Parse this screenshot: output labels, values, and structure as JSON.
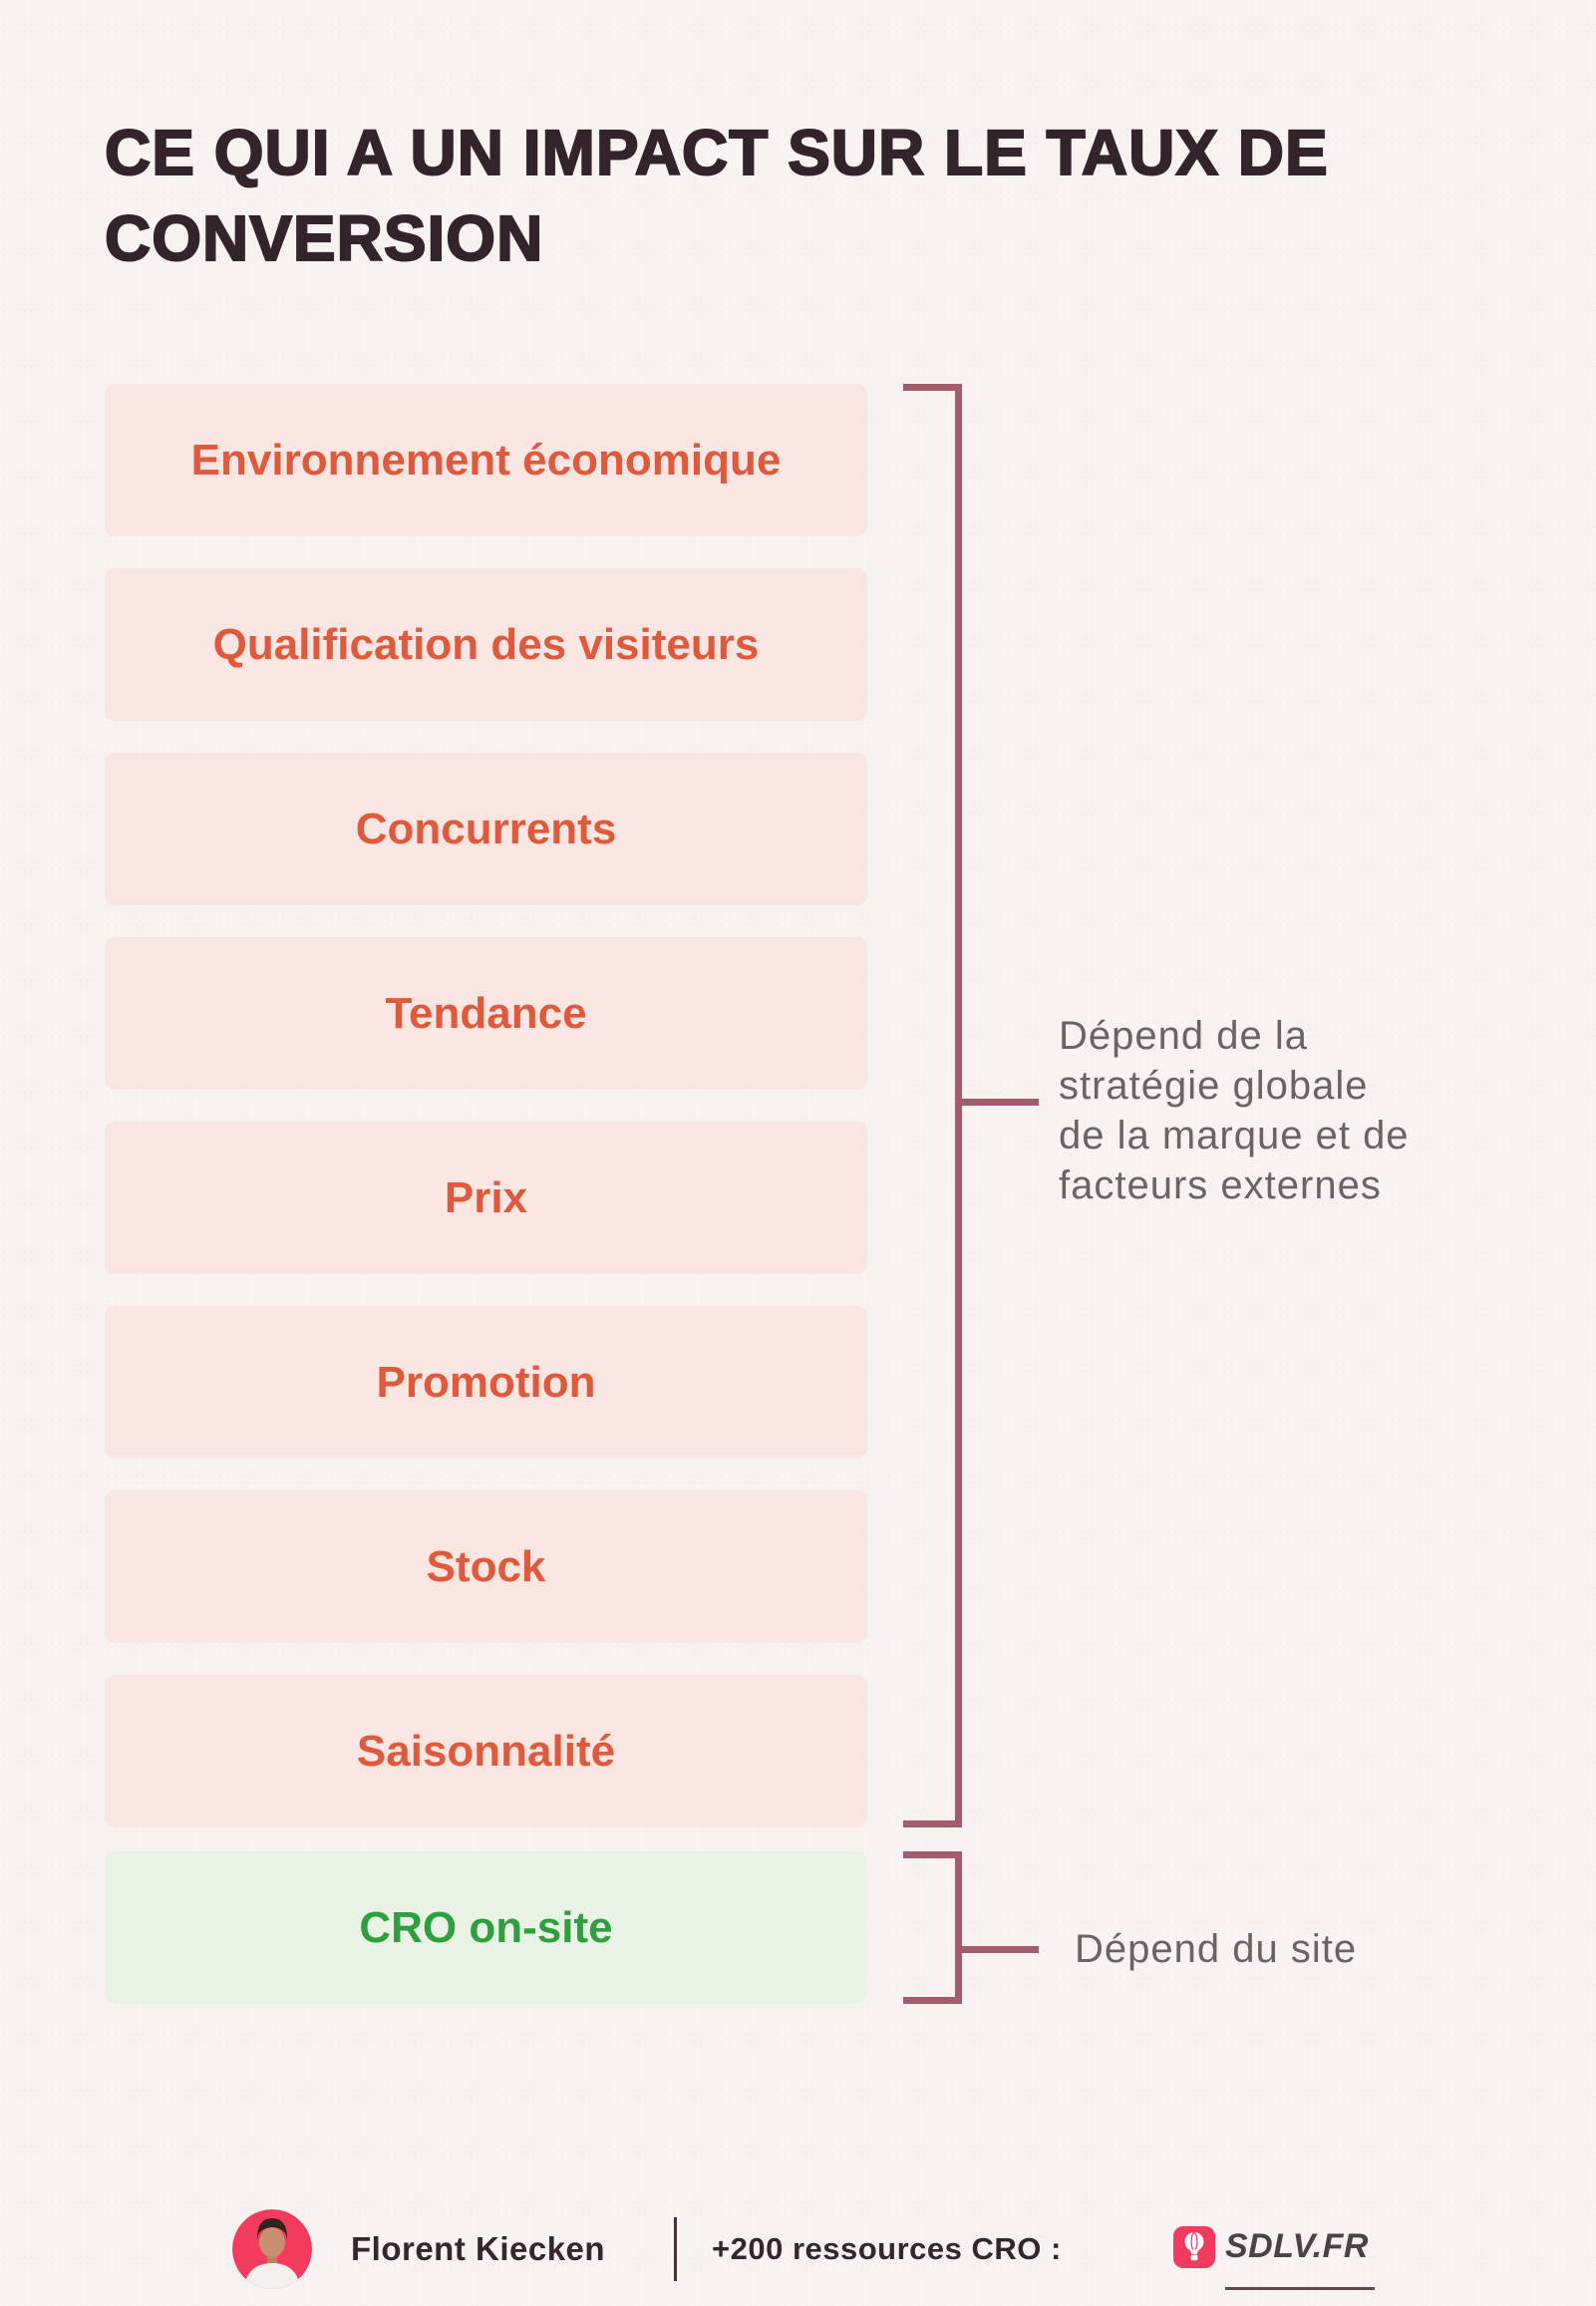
{
  "page": {
    "background": "#F8F3F1"
  },
  "title": {
    "lines": [
      "CE QUI A UN IMPACT SUR LE TAUX DE",
      "CONVERSION"
    ]
  },
  "factors": {
    "external": [
      {
        "label": "Environnement économique"
      },
      {
        "label": "Qualification des visiteurs"
      },
      {
        "label": "Concurrents"
      },
      {
        "label": "Tendance"
      },
      {
        "label": "Prix"
      },
      {
        "label": "Promotion"
      },
      {
        "label": "Stock"
      },
      {
        "label": "Saisonnalité"
      }
    ],
    "onsite": {
      "label": "CRO on-site"
    }
  },
  "annotations": {
    "external": {
      "lines": [
        "Dépend de la",
        "stratégie globale",
        "de la marque et de",
        "facteurs externes"
      ]
    },
    "onsite": {
      "label": "Dépend du site"
    }
  },
  "footer": {
    "author": "Florent Kiecken",
    "resources_label": "+200 ressources CRO :",
    "site_label": "SDLV.FR"
  },
  "icons": {
    "logo": "hot-air-balloon-icon",
    "avatar": "person-avatar"
  },
  "colors": {
    "title_dark": "#33242B",
    "box_pink": "#F9E6E2",
    "accent_orange": "#DF5A3C",
    "box_green": "#E9F3E5",
    "green_text": "#2F9E3F",
    "bracket_maroon": "#A25C6B",
    "annotation_gray": "#6E6164",
    "brand_pink": "#F4395F"
  }
}
